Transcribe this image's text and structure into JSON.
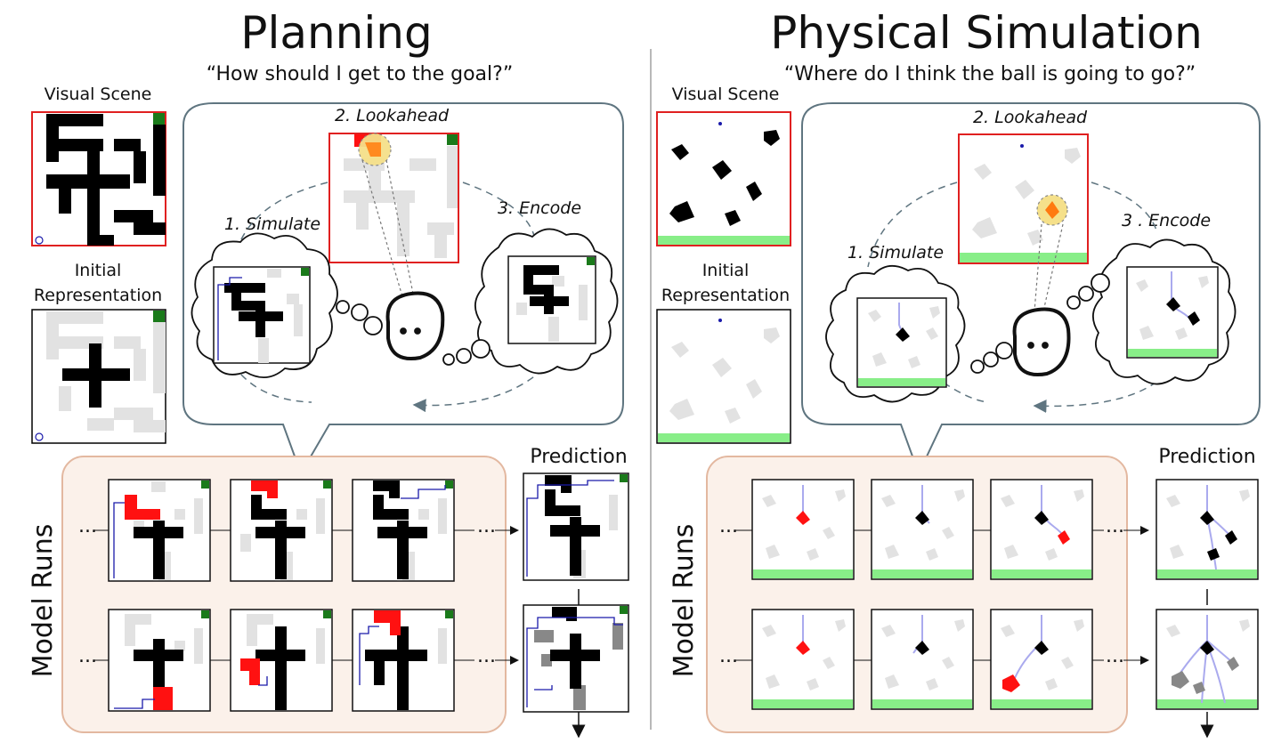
{
  "planning": {
    "title": "Planning",
    "question": "“How should I get to the goal?”",
    "visual_scene_label": "Visual Scene",
    "initial_rep_label_1": "Initial",
    "initial_rep_label_2": "Representation",
    "steps": [
      "1. Simulate",
      "2. Lookahead",
      "3. Encode"
    ],
    "prediction_label": "Prediction",
    "model_runs_label": "Model Runs",
    "ellipsis": "..."
  },
  "physics": {
    "title": "Physical Simulation",
    "question": "“Where do I think the ball is going to go?”",
    "visual_scene_label": "Visual Scene",
    "initial_rep_label_1": "Initial",
    "initial_rep_label_2": "Representation",
    "steps": [
      "1. Simulate",
      "2. Lookahead",
      "3 . Encode"
    ],
    "prediction_label": "Prediction",
    "model_runs_label": "Model Runs",
    "ellipsis": "..."
  },
  "colors": {
    "wall": "#000000",
    "faded_wall": "#e0e0e0",
    "explored": "#ff0000",
    "goal": "#1a7a1a",
    "path": "#1a1aaa",
    "ground": "#88ee88",
    "trajectory": "#aaaaee",
    "panel_fill": "#fbf1ea",
    "panel_stroke": "#e3b8a0",
    "bubble_stroke": "#5f7580",
    "highlight": "#f5e08a"
  }
}
